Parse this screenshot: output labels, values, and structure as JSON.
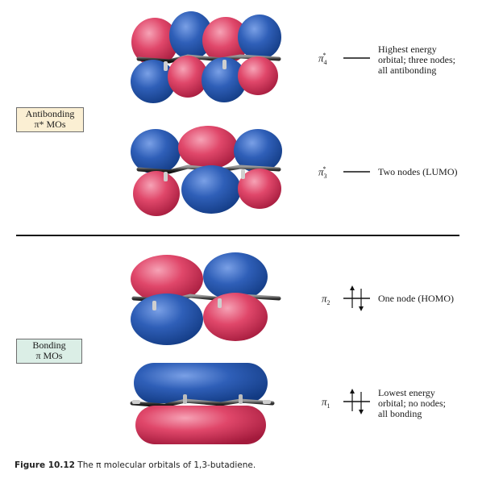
{
  "labels": {
    "antibonding_box": [
      "Antibonding",
      "π* MOs"
    ],
    "bonding_box": [
      "Bonding",
      "π MOs"
    ]
  },
  "orbitals": [
    {
      "id": "pi4",
      "symbol_base": "π",
      "symbol_sub": "4",
      "symbol_sup": "*",
      "electrons": 0,
      "description": [
        "Highest energy",
        "orbital; three nodes;",
        "all antibonding"
      ]
    },
    {
      "id": "pi3",
      "symbol_base": "π",
      "symbol_sub": "3",
      "symbol_sup": "*",
      "electrons": 0,
      "description": [
        "Two nodes (LUMO)"
      ]
    },
    {
      "id": "pi2",
      "symbol_base": "π",
      "symbol_sub": "2",
      "symbol_sup": "",
      "electrons": 2,
      "description": [
        "One node (HOMO)"
      ]
    },
    {
      "id": "pi1",
      "symbol_base": "π",
      "symbol_sub": "1",
      "symbol_sup": "",
      "electrons": 2,
      "description": [
        "Lowest energy",
        "orbital; no nodes;",
        "all bonding"
      ]
    }
  ],
  "caption": {
    "figure_label": "Figure 10.12",
    "text": "The π molecular orbitals of 1,3-butadiene."
  },
  "colors": {
    "positive_lobe": "#d9375a",
    "negative_lobe": "#2453a8",
    "separator": "#111111",
    "antibonding_box": "#fbefd3",
    "bonding_box": "#dbeee6"
  }
}
